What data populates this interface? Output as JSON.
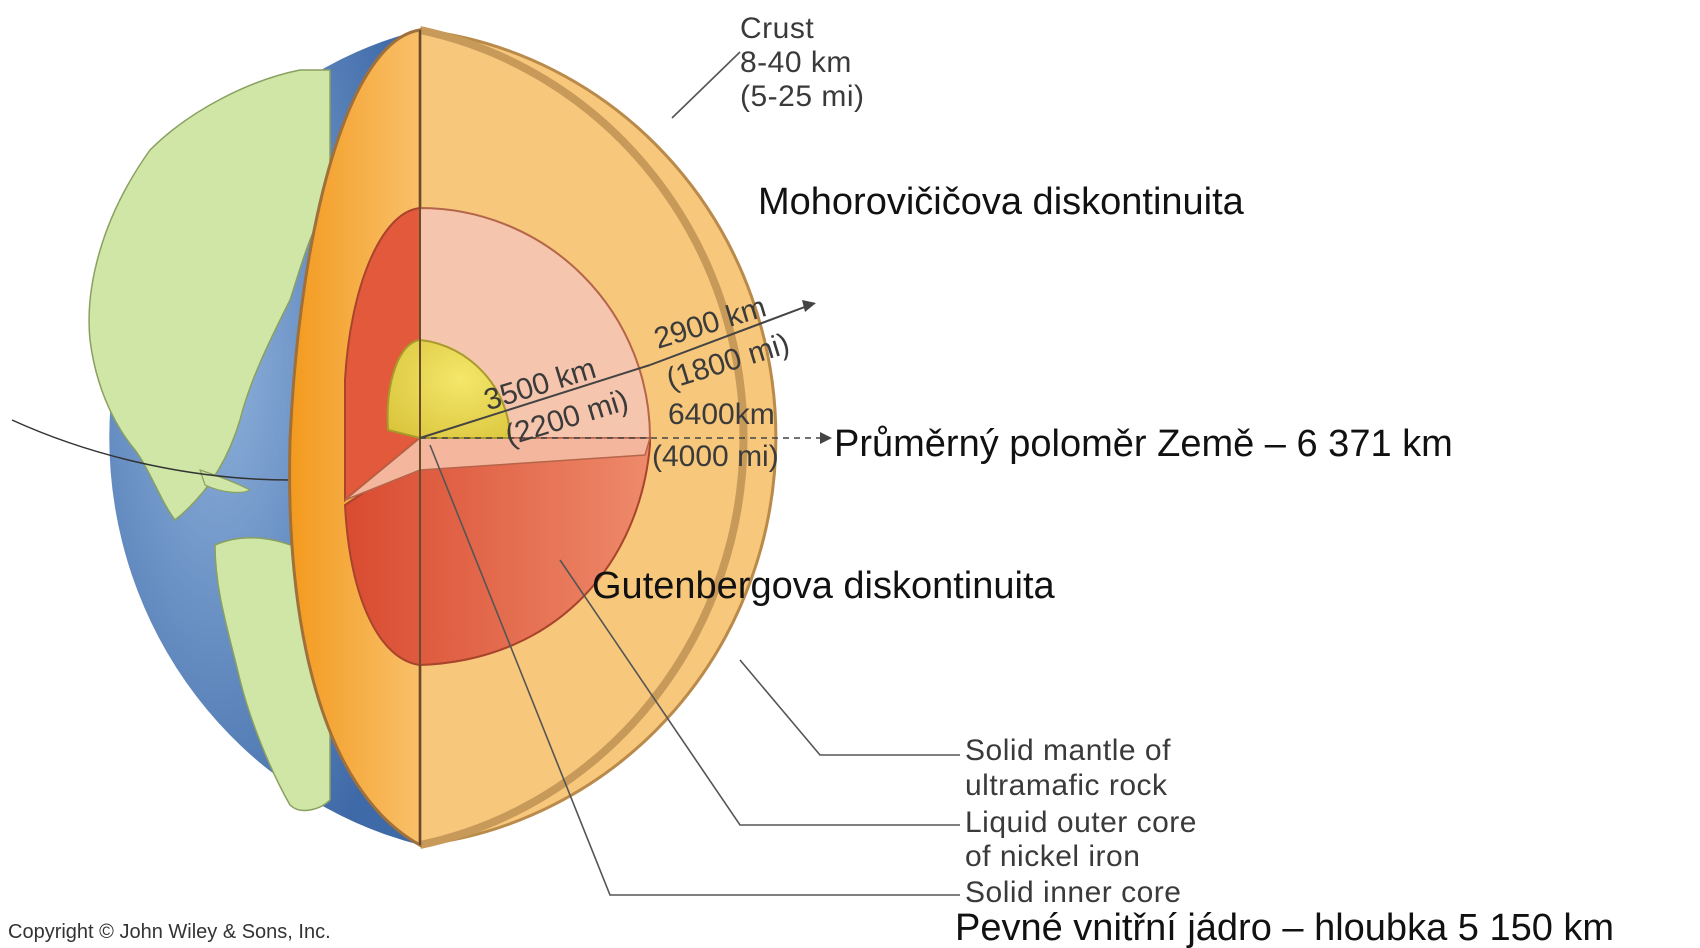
{
  "diagram": {
    "crust_label": [
      "Crust",
      "8-40 km",
      "(5-25 mi)"
    ],
    "moho_label": "Mohorovičičova diskontinuita",
    "gutenberg_label": "Gutenbergova diskontinuita",
    "radius_cz": "Průměrný poloměr Země – 6 371 km",
    "inner_core_cz": "Pevné vnitřní jádro – hloubka 5 150 km",
    "core_radius": [
      "3500 km",
      "(2200 mi)"
    ],
    "mantle_thickness": [
      "2900 km",
      "(1800 mi)"
    ],
    "earth_radius": [
      "6400km",
      "(4000 mi)"
    ],
    "mantle_label": [
      "Solid mantle of",
      "ultramafic rock"
    ],
    "outer_core_label": [
      "Liquid outer core",
      "of nickel iron"
    ],
    "inner_core_label": "Solid inner core",
    "copyright": "Copyright © John Wiley & Sons, Inc.",
    "colors": {
      "ocean": "#5b86c2",
      "land": "#cfe6a6",
      "crust_edge": "#c89a5a",
      "mantle": "#f7c77c",
      "mantle_front": "#f2a235",
      "outer_core_light": "#f6c5ad",
      "outer_core": "#e2593b",
      "inner_core": "#ecd84a"
    }
  }
}
